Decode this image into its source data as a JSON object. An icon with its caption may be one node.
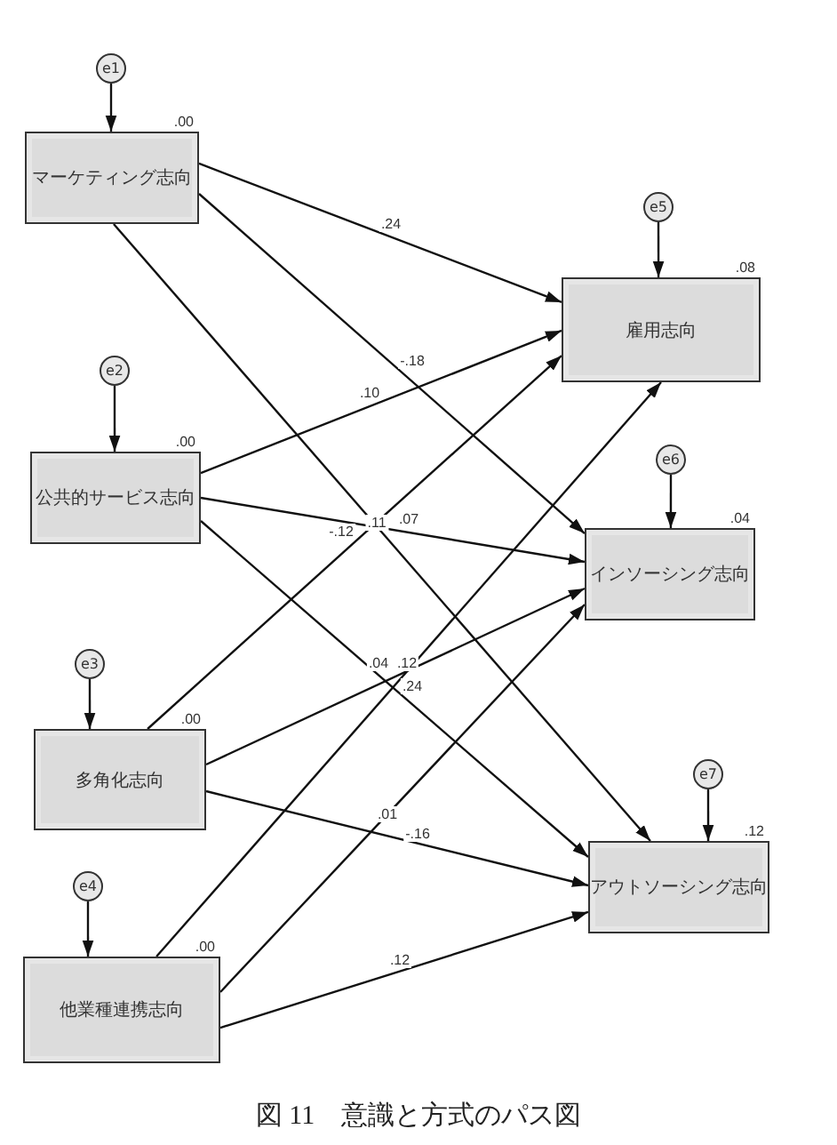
{
  "diagram": {
    "caption": "図 11　意識と方式のパス図",
    "nodes": [
      {
        "text": [
          "e1"
        ]
      },
      {
        "text": [
          "マーケティング志向"
        ],
        "beside": [
          ".00"
        ]
      },
      {
        "text": [
          "e5"
        ]
      },
      {
        "text": [
          "雇用志向"
        ],
        "beside": [
          ".08"
        ]
      },
      {
        "text": [
          "e2"
        ]
      },
      {
        "text": [
          "公共的サービス志向"
        ],
        "beside": [
          ".00"
        ]
      },
      {
        "text": [
          "e6"
        ]
      },
      {
        "text": [
          "インソーシング志向"
        ],
        "beside": [
          ".04"
        ]
      },
      {
        "text": [
          "e3"
        ]
      },
      {
        "text": [
          "多角化志向"
        ],
        "beside": [
          ".00"
        ]
      },
      {
        "text": [
          "e7"
        ]
      },
      {
        "text": [
          "アウトソーシング志向"
        ],
        "beside": [
          ".12"
        ]
      },
      {
        "text": [
          "e4"
        ]
      },
      {
        "text": [
          "他業種連携志向"
        ],
        "beside": [
          ".00"
        ]
      }
    ],
    "edges": [
      {
        "from": 0,
        "to": 1,
        "arrow": "to"
      },
      {
        "from": 4,
        "to": 5,
        "arrow": "to"
      },
      {
        "from": 8,
        "to": 9,
        "arrow": "to"
      },
      {
        "from": 12,
        "to": 13,
        "arrow": "to"
      },
      {
        "from": 2,
        "to": 3,
        "arrow": "to"
      },
      {
        "from": 6,
        "to": 7,
        "arrow": "to"
      },
      {
        "from": 10,
        "to": 11,
        "arrow": "to"
      },
      {
        "from": 1,
        "to": 3,
        "arrow": "to",
        "label": ".24"
      },
      {
        "from": 1,
        "to": 7,
        "arrow": "to",
        "label": "-.18"
      },
      {
        "from": 1,
        "to": 11,
        "arrow": "to",
        "label": ".11"
      },
      {
        "from": 5,
        "to": 3,
        "arrow": "to",
        "label": ".10"
      },
      {
        "from": 5,
        "to": 7,
        "arrow": "to",
        "label": ".07"
      },
      {
        "from": 5,
        "to": 11,
        "arrow": "to",
        "label": ".24"
      },
      {
        "from": 9,
        "to": 3,
        "arrow": "to",
        "label": "-.12"
      },
      {
        "from": 9,
        "to": 7,
        "arrow": "to",
        "label": ".04"
      },
      {
        "from": 9,
        "to": 11,
        "arrow": "to",
        "label": "-.16"
      },
      {
        "from": 13,
        "to": 3,
        "arrow": "to",
        "label": ".12"
      },
      {
        "from": 13,
        "to": 7,
        "arrow": "to",
        "label": ".01"
      },
      {
        "from": 13,
        "to": 11,
        "arrow": "to",
        "label": ".12"
      }
    ]
  }
}
